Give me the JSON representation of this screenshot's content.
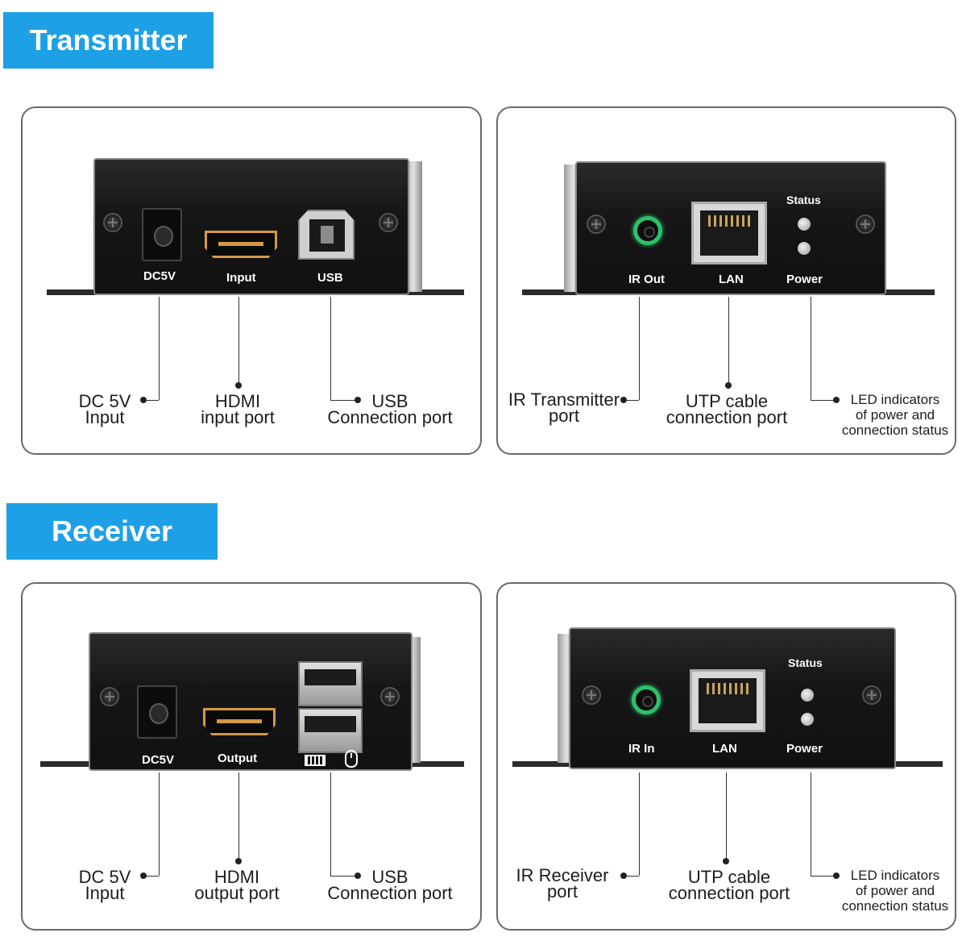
{
  "sections": {
    "transmitter": {
      "title": "Transmitter"
    },
    "receiver": {
      "title": "Receiver"
    }
  },
  "transmitter_left": {
    "port_labels": {
      "dc": "DC5V",
      "hdmi": "Input",
      "usb": "USB"
    },
    "callouts": {
      "dc": [
        "DC 5V",
        "Input"
      ],
      "hdmi": [
        "HDMI",
        "input port"
      ],
      "usb": [
        "USB",
        "Connection port"
      ]
    }
  },
  "transmitter_right": {
    "port_labels": {
      "ir": "IR Out",
      "lan": "LAN",
      "status": "Status",
      "power": "Power"
    },
    "callouts": {
      "ir": [
        "IR Transmitter",
        "port"
      ],
      "lan": [
        "UTP cable",
        "connection port"
      ],
      "led": [
        "LED indicators",
        "of power and",
        "connection status"
      ]
    }
  },
  "receiver_left": {
    "port_labels": {
      "dc": "DC5V",
      "hdmi": "Output"
    },
    "icons": [
      "keyboard-icon",
      "mouse-icon"
    ],
    "callouts": {
      "dc": [
        "DC 5V",
        "Input"
      ],
      "hdmi": [
        "HDMI",
        "output port"
      ],
      "usb": [
        "USB",
        "Connection port"
      ]
    }
  },
  "receiver_right": {
    "port_labels": {
      "ir": "IR In",
      "lan": "LAN",
      "status": "Status",
      "power": "Power"
    },
    "callouts": {
      "ir": [
        "IR Receiver",
        "port"
      ],
      "lan": [
        "UTP cable",
        "connection port"
      ],
      "led": [
        "LED indicators",
        "of power and",
        "connection status"
      ]
    }
  },
  "colors": {
    "banner": "#1ea0e6",
    "ir_ring": "#2ebf6a",
    "hdmi_gold": "#d29a45"
  }
}
